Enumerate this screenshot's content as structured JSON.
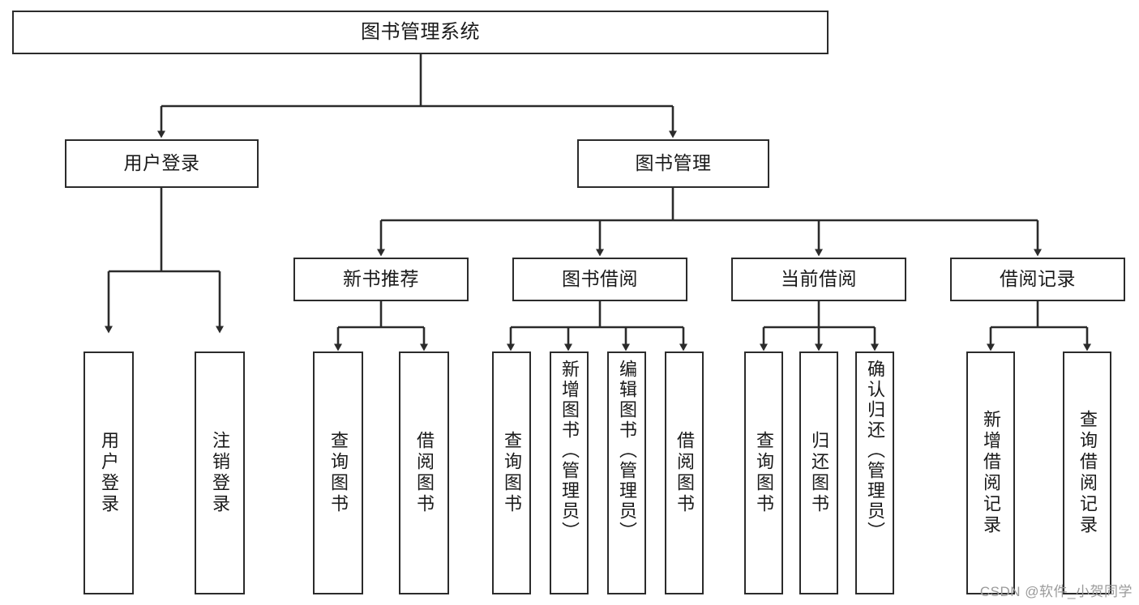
{
  "diagram": {
    "title": "图书管理系统",
    "type": "hierarchy-tree",
    "watermark": "CSDN @软件_小贺同学",
    "colors": {
      "box_border": "#2b2b2b",
      "box_fill": "#ffffff",
      "connector": "#2b2b2b",
      "text": "#1a1a1a",
      "watermark": "#9a9a9a"
    },
    "root": {
      "label": "图书管理系统"
    },
    "level1": [
      {
        "label": "用户登录"
      },
      {
        "label": "图书管理"
      }
    ],
    "level2": [
      {
        "label": "新书推荐"
      },
      {
        "label": "图书借阅"
      },
      {
        "label": "当前借阅"
      },
      {
        "label": "借阅记录"
      }
    ],
    "leaves": {
      "user_login": [
        {
          "label": "用户登录"
        },
        {
          "label": "注销登录"
        }
      ],
      "new_book_recommend": [
        {
          "label": "查询图书"
        },
        {
          "label": "借阅图书"
        }
      ],
      "book_borrow": [
        {
          "label": "查询图书"
        },
        {
          "label": "新增图书（管理员）"
        },
        {
          "label": "编辑图书（管理员）"
        },
        {
          "label": "借阅图书"
        }
      ],
      "current_borrow": [
        {
          "label": "查询图书"
        },
        {
          "label": "归还图书"
        },
        {
          "label": "确认归还（管理员）"
        }
      ],
      "borrow_record": [
        {
          "label": "新增借阅记录"
        },
        {
          "label": "查询借阅记录"
        }
      ]
    }
  }
}
